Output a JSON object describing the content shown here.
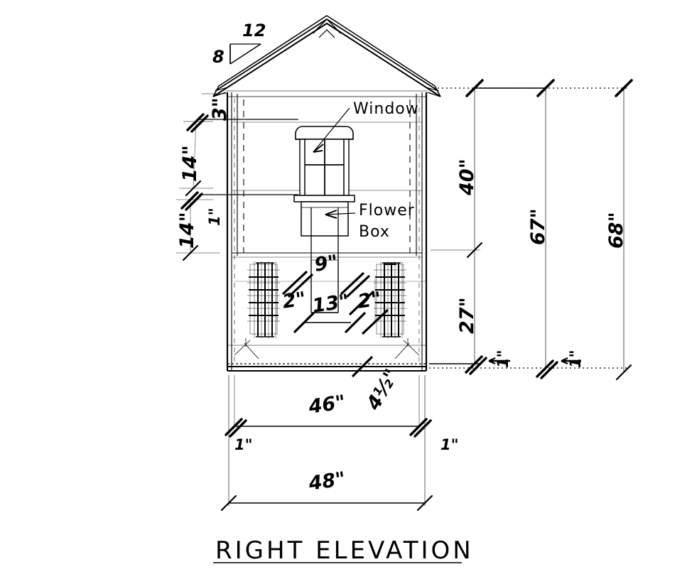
{
  "drawing": {
    "title": "RIGHT ELEVATION",
    "sheet_type": "architectural-elevation",
    "units": "inches",
    "line_color": "#000000",
    "background": "#ffffff"
  },
  "roof_pitch": {
    "run_label": "12",
    "rise_label": "8",
    "description": "8 in 12 roof pitch triangle"
  },
  "annotations": {
    "window": "Window",
    "flower_box_line1": "Flower",
    "flower_box_line2": "Box"
  },
  "dimensions": {
    "left_vertical": [
      {
        "id": "left-3",
        "value": "3\""
      },
      {
        "id": "left-14-upper",
        "value": "14\""
      },
      {
        "id": "left-1",
        "value": "1\""
      },
      {
        "id": "left-14-lower",
        "value": "14\""
      }
    ],
    "right_vertical": [
      {
        "id": "right-40",
        "value": "40\""
      },
      {
        "id": "right-27",
        "value": "27\""
      },
      {
        "id": "right-67",
        "value": "67\""
      },
      {
        "id": "right-68",
        "value": "68\""
      },
      {
        "id": "right-1-a",
        "value": "1\""
      },
      {
        "id": "right-1-b",
        "value": "1\""
      }
    ],
    "bottom_horizontal": [
      {
        "id": "bottom-46",
        "value": "46\""
      },
      {
        "id": "bottom-48",
        "value": "48\""
      },
      {
        "id": "bottom-1-left",
        "value": "1\""
      },
      {
        "id": "bottom-1-right",
        "value": "1\""
      }
    ],
    "lower_wall": [
      {
        "id": "lower-9",
        "value": "9\""
      },
      {
        "id": "lower-2-left",
        "value": "2\""
      },
      {
        "id": "lower-13",
        "value": "13\""
      },
      {
        "id": "lower-2-right",
        "value": "2\""
      }
    ],
    "skirt": [
      {
        "id": "skirt-4half",
        "value": "4½\""
      }
    ]
  },
  "chart_data": {
    "type": "table",
    "title": "RIGHT ELEVATION",
    "categories": [
      "3\"",
      "14\"",
      "1\"",
      "14\"",
      "40\"",
      "27\"",
      "67\"",
      "68\"",
      "46\"",
      "48\"",
      "9\"",
      "13\"",
      "2\"",
      "4½\"",
      "12",
      "8"
    ],
    "values": [
      3,
      14,
      1,
      14,
      40,
      27,
      67,
      68,
      46,
      48,
      9,
      13,
      2,
      4.5,
      12,
      8
    ],
    "xlabel": "",
    "ylabel": "inches"
  }
}
